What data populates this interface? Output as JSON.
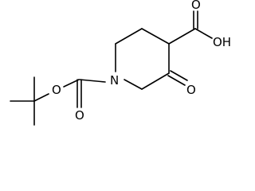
{
  "molecule": {
    "atoms": {
      "ring_nitrogen": "N",
      "carbamate_ether_oxygen": "O",
      "carbamate_carbonyl_oxygen": "O",
      "ketone_oxygen": "O",
      "carboxylic_acid_hydroxyl": "OH",
      "carboxylic_acid_carbonyl_oxygen": "O"
    }
  }
}
